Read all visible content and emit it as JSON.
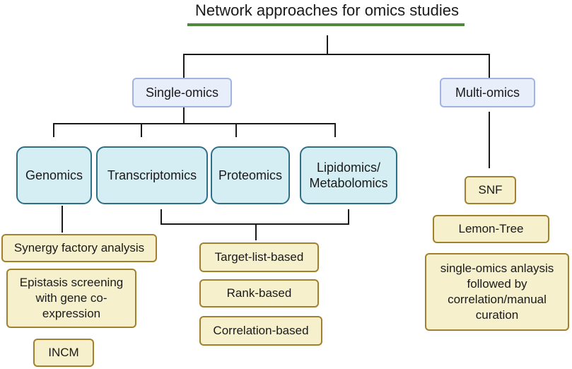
{
  "diagram": {
    "title": "Network approaches for omics studies",
    "categories": {
      "single": "Single-omics",
      "multi": "Multi-omics"
    },
    "omics": {
      "genomics": "Genomics",
      "transcriptomics": "Transcriptomics",
      "proteomics": "Proteomics",
      "lipidomics": "Lipidomics/\nMetabolomics"
    },
    "genomics_methods": [
      "Synergy factory analysis",
      "Epistasis screening with gene co-expression",
      "INCM"
    ],
    "shared_methods": [
      "Target-list-based",
      "Rank-based",
      "Correlation-based"
    ],
    "multi_methods": [
      "SNF",
      "Lemon-Tree",
      "single-omics anlaysis followed by correlation/manual curation"
    ]
  }
}
